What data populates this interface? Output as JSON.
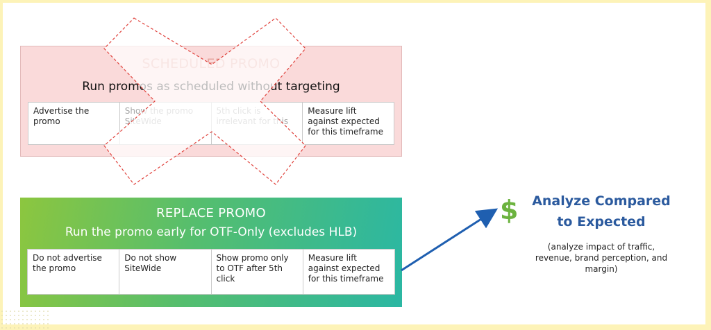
{
  "scheduled_promo": {
    "title": "SCHEDULED PROMO",
    "subtitle": "Run promos as scheduled without targeting",
    "steps": [
      "Advertise the promo",
      "Show the promo SiteWide",
      "5th click is irrelevant for this",
      "Measure lift against expected for this timeframe"
    ],
    "crossed_out": true
  },
  "replace_promo": {
    "title": "REPLACE PROMO",
    "subtitle": "Run the promo early for OTF-Only (excludes HLB)",
    "steps": [
      "Do not advertise the promo",
      "Do not show SiteWide",
      "Show promo only to OTF after 5th click",
      "Measure lift against expected for this timeframe"
    ]
  },
  "outcome": {
    "icon": "dollar-icon",
    "symbol": "$",
    "title_line1": "Analyze Compared",
    "title_line2": "to Expected",
    "description": "(analyze impact of traffic, revenue, brand perception, and margin)"
  },
  "colors": {
    "border": "#fdf3b8",
    "scheduled_bg": "#fadada",
    "cross_stroke": "#e0423c",
    "replace_gradient_start": "#8cc63f",
    "replace_gradient_end": "#2bb7a3",
    "arrow": "#1f5fb0",
    "outcome_title": "#2b5a9e",
    "dollar": "#6cb33f"
  }
}
